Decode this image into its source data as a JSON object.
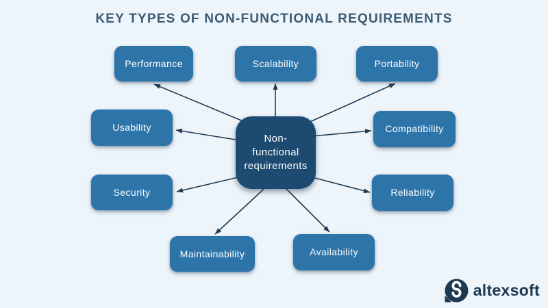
{
  "title": "KEY TYPES OF NON-FUNCTIONAL REQUIREMENTS",
  "center": {
    "label": "Non-functional requirements"
  },
  "nodes": [
    {
      "id": "performance",
      "label": "Performance"
    },
    {
      "id": "scalability",
      "label": "Scalability"
    },
    {
      "id": "portability",
      "label": "Portability"
    },
    {
      "id": "usability",
      "label": "Usability"
    },
    {
      "id": "compatibility",
      "label": "Compatibility"
    },
    {
      "id": "security",
      "label": "Security"
    },
    {
      "id": "reliability",
      "label": "Reliability"
    },
    {
      "id": "maintainability",
      "label": "Maintainability"
    },
    {
      "id": "availability",
      "label": "Availability"
    }
  ],
  "logo": {
    "text": "altexsoft",
    "icon": "altexsoft-s-icon"
  },
  "colors": {
    "background": "#edf4fa",
    "node_fill": "#2d74a8",
    "center_fill": "#1c4a70",
    "arrow": "#1e3a52",
    "title_text": "#3b5a74",
    "node_text": "#ffffff",
    "logo_text": "#1e3a52"
  }
}
